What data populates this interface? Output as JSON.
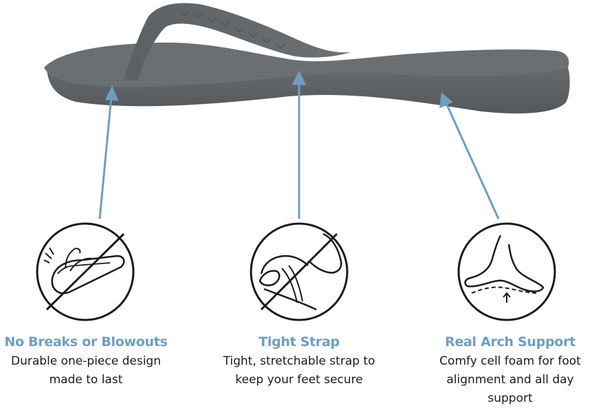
{
  "colors": {
    "accent": "#6e9ec0",
    "sandal": "#6b6e71",
    "icon_stroke": "#1a1a1a"
  },
  "product_image": {
    "icon": "grey-flip-flop-sandal"
  },
  "features": [
    {
      "title": "No Breaks or Blowouts",
      "description_lines": [
        "Durable one-piece design",
        "made to last"
      ],
      "icon": "no-break-sandal-icon"
    },
    {
      "title": "Tight Strap",
      "description_lines": [
        "Tight, stretchable strap to",
        "keep your feet secure"
      ],
      "icon": "no-loose-strap-icon"
    },
    {
      "title": "Real Arch Support",
      "description_lines": [
        "Comfy cell foam for foot",
        "alignment and all day",
        "support"
      ],
      "icon": "arch-support-foot-icon"
    }
  ]
}
